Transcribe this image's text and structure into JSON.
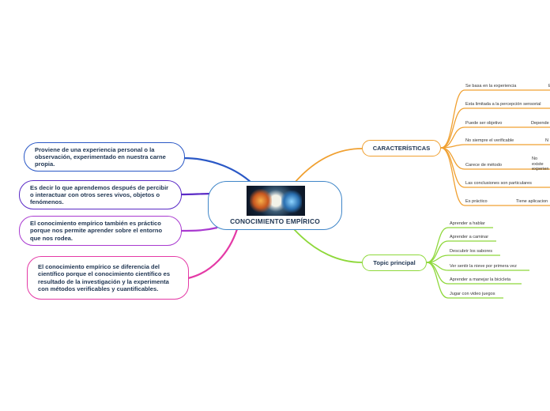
{
  "colors": {
    "center": "#3f86c8",
    "left_1": "#2a58c6",
    "left_2": "#5a2ac6",
    "left_3": "#a93ad0",
    "left_4": "#e43aa6",
    "caracteristicas": "#f0a030",
    "topic": "#8ed83a"
  },
  "center": {
    "title": "CONOCIMIENTO EMPÍRICO",
    "image": "brain-illustration"
  },
  "left_nodes": [
    {
      "text": "Proviene de una experiencia personal o la observación, experimentado en nuestra carne propia."
    },
    {
      "text": "Es decir lo que aprendemos después de percibir o interactuar con otros seres vivos, objetos o fenómenos."
    },
    {
      "text": "El conocimiento empírico también es práctico porque nos permite aprender sobre el entorno que nos rodea."
    },
    {
      "text": "El conocimiento empírico se diferencia del científico porque el conocimiento científico es resultado de la investigación y la experimenta con métodos verificables y cuantificables."
    }
  ],
  "caracteristicas": {
    "title": "CARACTERÍSTICAS",
    "items": [
      {
        "label": "Se basa en la experiencia",
        "sub": "E"
      },
      {
        "label": "Esta limitada a la percepción sensorial",
        "sub": ""
      },
      {
        "label": "Puede ser objetivo",
        "sub": "Depende"
      },
      {
        "label": "No siempre el verificable",
        "sub": "N"
      },
      {
        "label": "Carece de método",
        "sub": "No existe experien"
      },
      {
        "label": "Las conclusiones son particulares",
        "sub": ""
      },
      {
        "label": "Es práctico",
        "sub": "Tiene aplicacion"
      }
    ]
  },
  "topic": {
    "title": "Topic principal",
    "items": [
      "Aprender a hablar",
      "Aprender a caminar",
      "Descubrir los sabores",
      "Ver sentir la nieve por primera vez",
      "Aprender a manejar la bicicleta",
      "Jugar con video juegos"
    ]
  }
}
